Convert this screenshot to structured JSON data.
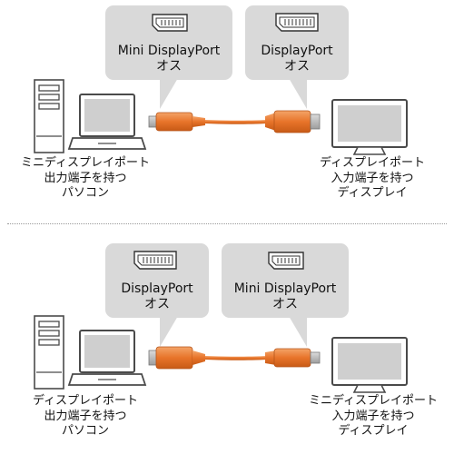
{
  "top": {
    "bubble_left": {
      "name": "Mini DisplayPort",
      "gender": "オス"
    },
    "bubble_right": {
      "name": "DisplayPort",
      "gender": "オス"
    },
    "left_caption": [
      "ミニディスプレイポート",
      "出力端子を持つ",
      "パソコン"
    ],
    "right_caption": [
      "ディスプレイポート",
      "入力端子を持つ",
      "ディスプレイ"
    ]
  },
  "bottom": {
    "bubble_left": {
      "name": "DisplayPort",
      "gender": "オス"
    },
    "bubble_right": {
      "name": "Mini DisplayPort",
      "gender": "オス"
    },
    "left_caption": [
      "ディスプレイポート",
      "出力端子を持つ",
      "パソコン"
    ],
    "right_caption": [
      "ミニディスプレイポート",
      "入力端子を持つ",
      "ディスプレイ"
    ]
  },
  "colors": {
    "cable": "#e8742a",
    "bubble": "#d9d9d9",
    "device": "#4a4a4a"
  }
}
